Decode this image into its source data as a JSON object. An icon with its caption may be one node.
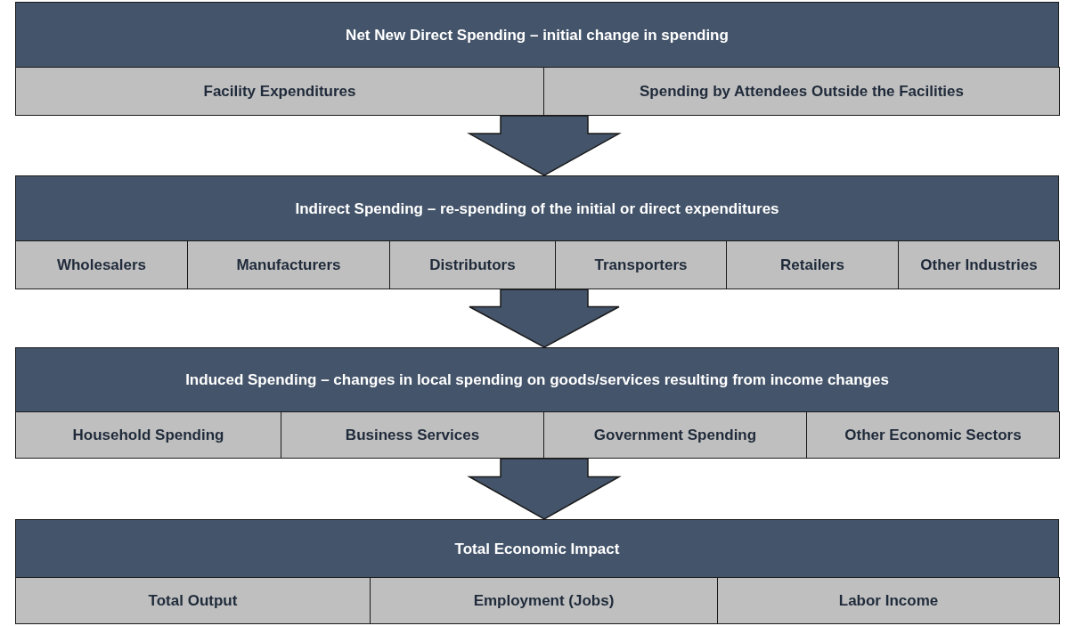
{
  "diagram": {
    "nodes": [
      {
        "text": [
          "Net New Direct Spending – initial change in spending"
        ]
      },
      {
        "text": [
          "Facility Expenditures"
        ],
        "in": 0
      },
      {
        "text": [
          "Spending by Attendees Outside the Facilities"
        ],
        "in": 0
      },
      {
        "text": [
          "Indirect Spending – re-spending of the initial or direct expenditures"
        ]
      },
      {
        "text": [
          "Wholesalers"
        ],
        "in": 3
      },
      {
        "text": [
          "Manufacturers"
        ],
        "in": 3
      },
      {
        "text": [
          "Distributors"
        ],
        "in": 3
      },
      {
        "text": [
          "Transporters"
        ],
        "in": 3
      },
      {
        "text": [
          "Retailers"
        ],
        "in": 3
      },
      {
        "text": [
          "Other Industries"
        ],
        "in": 3
      },
      {
        "text": [
          "Induced Spending – changes in local spending on goods/services resulting from income changes"
        ]
      },
      {
        "text": [
          "Household Spending"
        ],
        "in": 10
      },
      {
        "text": [
          "Business Services"
        ],
        "in": 10
      },
      {
        "text": [
          "Government Spending"
        ],
        "in": 10
      },
      {
        "text": [
          "Other Economic Sectors"
        ],
        "in": 10
      },
      {
        "text": [
          "Total Economic Impact"
        ]
      },
      {
        "text": [
          "Total Output"
        ],
        "in": 15
      },
      {
        "text": [
          "Employment (Jobs)"
        ],
        "in": 15
      },
      {
        "text": [
          "Labor Income"
        ],
        "in": 15
      }
    ],
    "edges": [
      {
        "from": 0,
        "to": 3,
        "arrow": "to"
      },
      {
        "from": 3,
        "to": 10,
        "arrow": "to"
      },
      {
        "from": 10,
        "to": 15,
        "arrow": "to"
      }
    ]
  }
}
